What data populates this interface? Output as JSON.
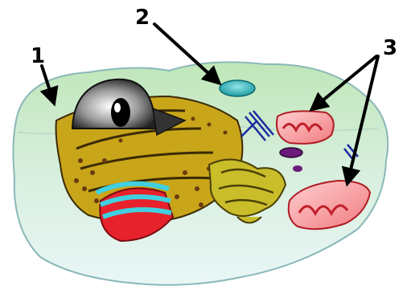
{
  "diagram": {
    "labels": [
      {
        "id": "label-1",
        "text": "1"
      },
      {
        "id": "label-2",
        "text": "2"
      },
      {
        "id": "label-3",
        "text": "3"
      }
    ]
  },
  "colors": {
    "cell_outer": "#dff3f3",
    "cell_top": "#a9dca0",
    "nucleus_light": "#e8e8e8",
    "nucleus_dark": "#2a2a2a",
    "er_rough": "#c9a51a",
    "er_dots": "#6b4a10",
    "golgi": "#c9bd2a",
    "mito_fill": "#f5b5b5",
    "mito_cristae": "#c0202a",
    "vacuole": "#40c4c8",
    "purple_vesicle": "#6a1a7a",
    "centriole": "#1a2aa0",
    "arrow": "#000000"
  }
}
